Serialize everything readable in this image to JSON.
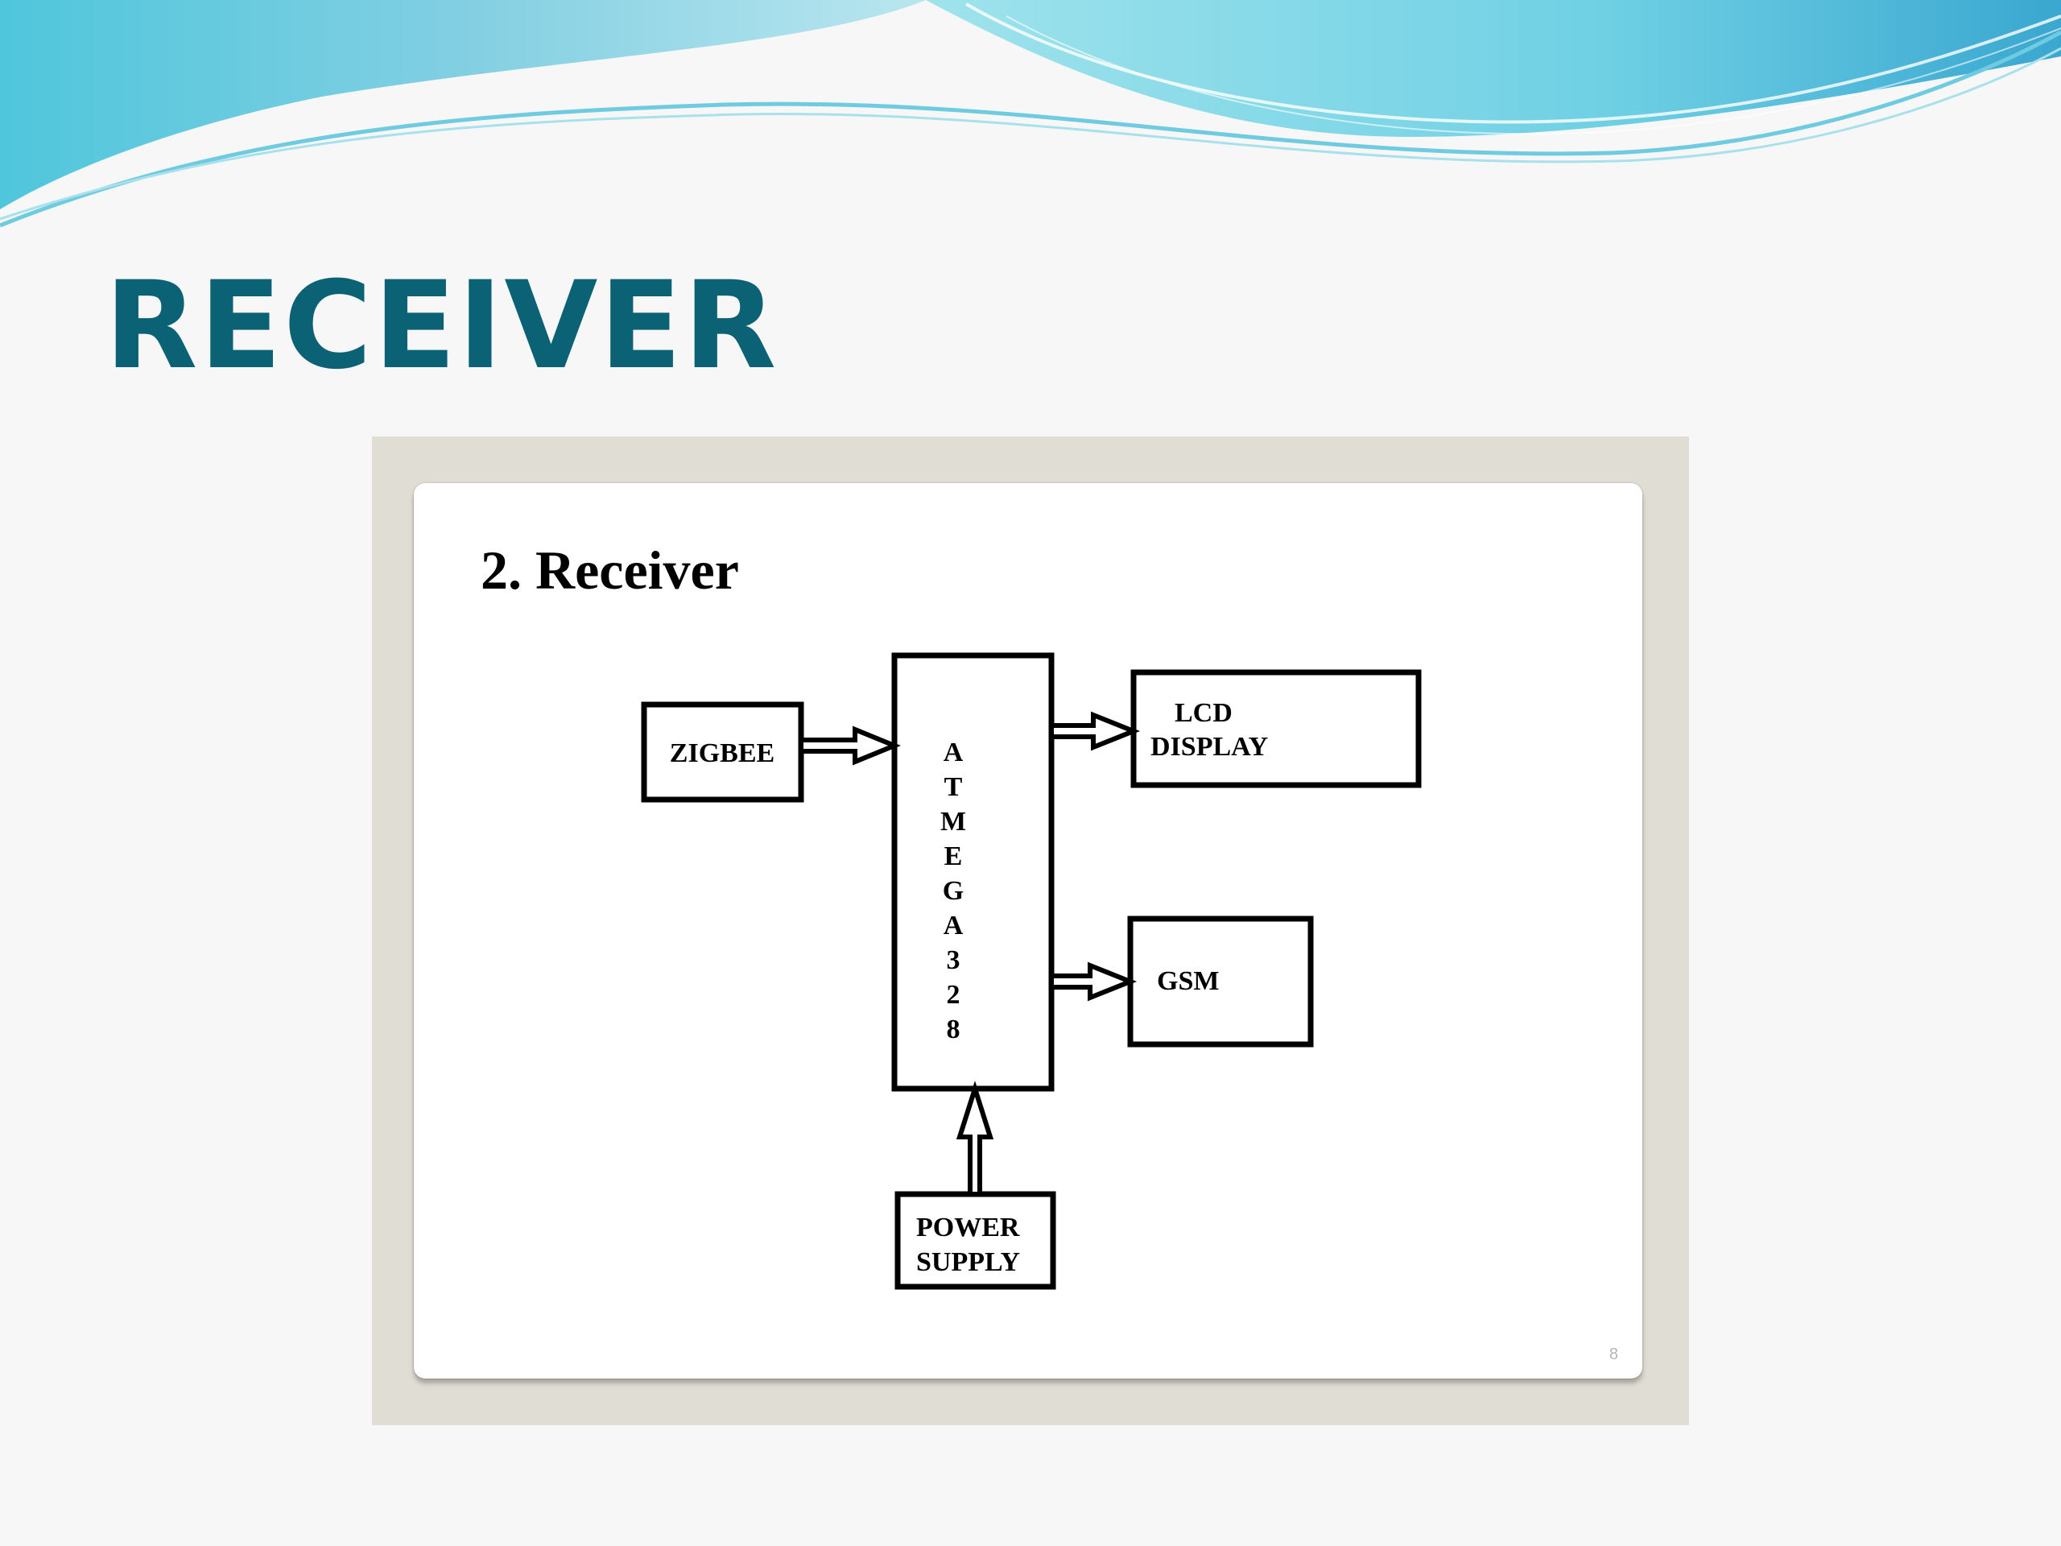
{
  "slide": {
    "title": "RECEIVER",
    "colors": {
      "title": "#0b6275",
      "wave_light": "#8fdce8",
      "wave_mid": "#5cc1dd",
      "wave_dark": "#2e93c4"
    }
  },
  "embedded_slide": {
    "heading": "2. Receiver",
    "page_number": "8"
  },
  "diagram": {
    "nodes": {
      "zigbee": {
        "label": "ZIGBEE"
      },
      "mcu": {
        "label_chars": [
          "A",
          "T",
          "M",
          "E",
          "G",
          "A",
          "3",
          "2",
          "8"
        ]
      },
      "lcd": {
        "label_lines": [
          "LCD",
          "DISPLAY"
        ]
      },
      "gsm": {
        "label": "GSM"
      },
      "power": {
        "label_lines": [
          "POWER",
          "SUPPLY"
        ]
      }
    },
    "edges": [
      {
        "from": "zigbee",
        "to": "mcu"
      },
      {
        "from": "mcu",
        "to": "lcd"
      },
      {
        "from": "mcu",
        "to": "gsm"
      },
      {
        "from": "power",
        "to": "mcu"
      }
    ]
  }
}
